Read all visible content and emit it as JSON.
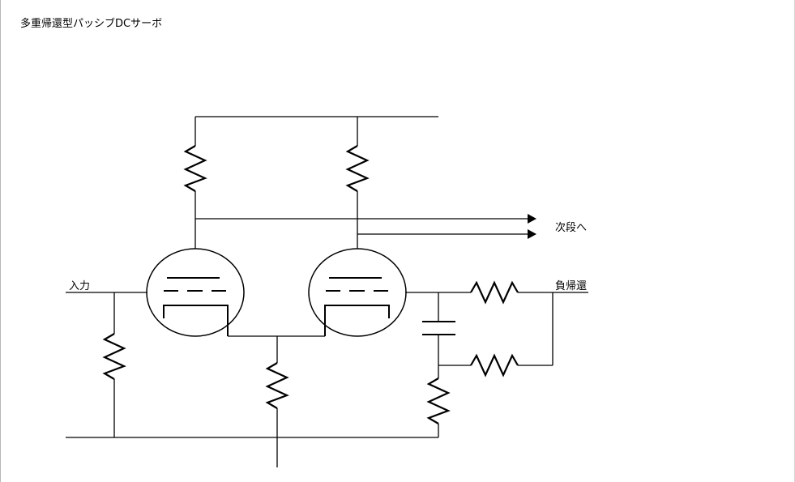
{
  "title": "多重帰還型パッシブDCサーボ",
  "labels": {
    "input": "入力",
    "next_stage": "次段へ",
    "negative_feedback": "負帰還"
  }
}
